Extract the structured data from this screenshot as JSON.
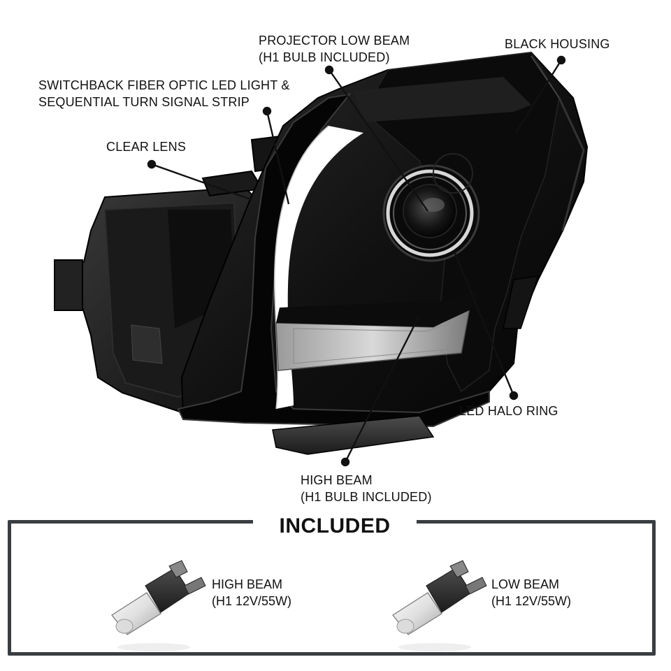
{
  "callouts": {
    "projector": [
      "PROJECTOR LOW BEAM",
      "(H1 BULB INCLUDED)"
    ],
    "housing": "BLACK HOUSING",
    "switchback": [
      "SWITCHBACK FIBER OPTIC LED LIGHT &",
      "SEQUENTIAL TURN SIGNAL STRIP"
    ],
    "lens": "CLEAR LENS",
    "halo": "LED HALO RING",
    "high_beam": [
      "HIGH BEAM",
      "(H1 BULB INCLUDED)"
    ]
  },
  "included": {
    "title": "INCLUDED",
    "items": [
      {
        "name": "HIGH BEAM",
        "spec": "(H1 12V/55W)",
        "icon": "h1-bulb-icon"
      },
      {
        "name": "LOW BEAM",
        "spec": "(H1 12V/55W)",
        "icon": "h1-bulb-icon"
      }
    ]
  },
  "colors": {
    "housing": "#0d0d0d",
    "frame": "#3a3e42",
    "callout": "#111111",
    "led": "#ffffff"
  }
}
